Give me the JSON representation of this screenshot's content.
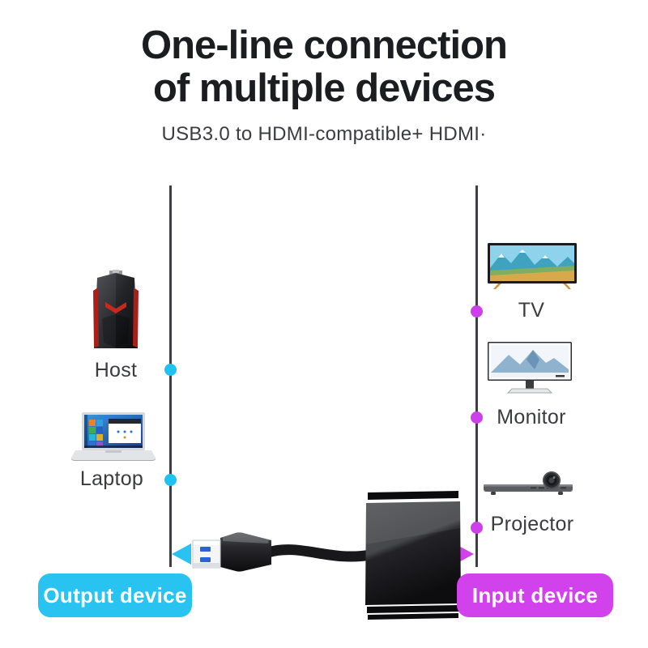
{
  "header": {
    "title_line1": "One-line connection",
    "title_line2": "of multiple devices",
    "subtitle": "USB3.0 to HDMI-compatible+ HDMI·"
  },
  "output_side": {
    "devices": [
      {
        "label": "Host",
        "icon": "gaming-tower-icon"
      },
      {
        "label": "Laptop",
        "icon": "laptop-icon"
      }
    ],
    "button_label": "Output device",
    "accent_color": "#29c3f2"
  },
  "input_side": {
    "devices": [
      {
        "label": "TV",
        "icon": "tv-icon"
      },
      {
        "label": "Monitor",
        "icon": "monitor-icon"
      },
      {
        "label": "Projector",
        "icon": "projector-icon"
      }
    ],
    "button_label": "Input device",
    "accent_color": "#d242ec"
  }
}
